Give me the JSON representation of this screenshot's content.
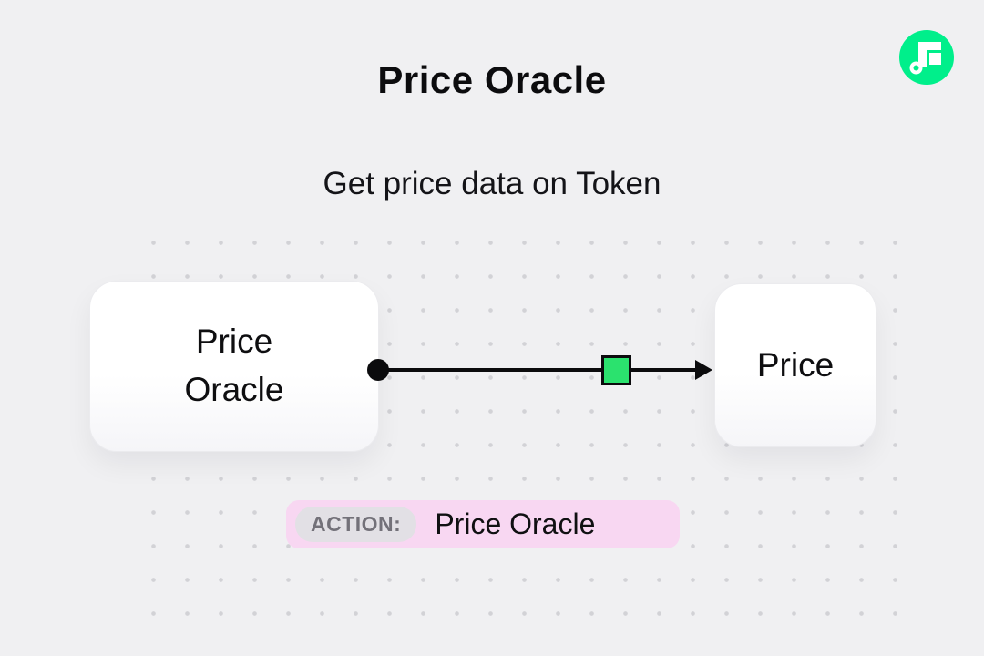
{
  "header": {
    "title": "Price Oracle",
    "subtitle": "Get price data on Token"
  },
  "logo": {
    "name": "flow-logo",
    "color": "#00EF8B"
  },
  "diagram": {
    "source_node": {
      "label": "Price Oracle"
    },
    "target_node": {
      "label": "Price"
    },
    "edge": {
      "from": "Price Oracle",
      "to": "Price",
      "marker_color": "#2BE26E",
      "line_color": "#0B0B0D"
    }
  },
  "action_badge": {
    "label": "ACTION:",
    "value": "Price Oracle",
    "background": "#F8D7F2"
  },
  "colors": {
    "page_background": "#F0F0F2",
    "dot_grid": "#D2D2D6"
  }
}
